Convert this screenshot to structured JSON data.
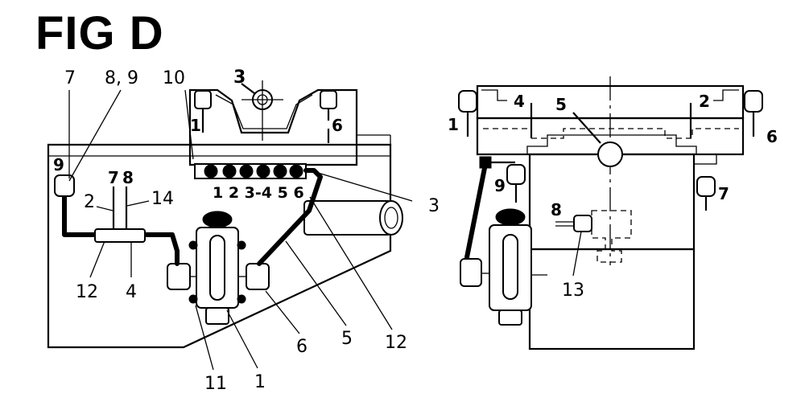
{
  "title": "FIG D",
  "left_view": {
    "callouts": {
      "c7": "7",
      "c89": "8, 9",
      "c10": "10",
      "c3top": "3",
      "c1top": "1",
      "c6top": "6",
      "c9": "9",
      "c7b": "7",
      "c8b": "8",
      "c2": "2",
      "c14": "14",
      "c12a": "12",
      "c4": "4",
      "c3r": "3",
      "c12b": "12",
      "c5": "5",
      "c6": "6",
      "c11": "11",
      "c1": "1",
      "manifold": "1 2 3-4 5 6"
    }
  },
  "right_view": {
    "callouts": {
      "c4": "4",
      "c2": "2",
      "c5": "5",
      "c1": "1",
      "c6": "6",
      "c9": "9",
      "c7": "7",
      "c8": "8",
      "c13": "13"
    }
  }
}
